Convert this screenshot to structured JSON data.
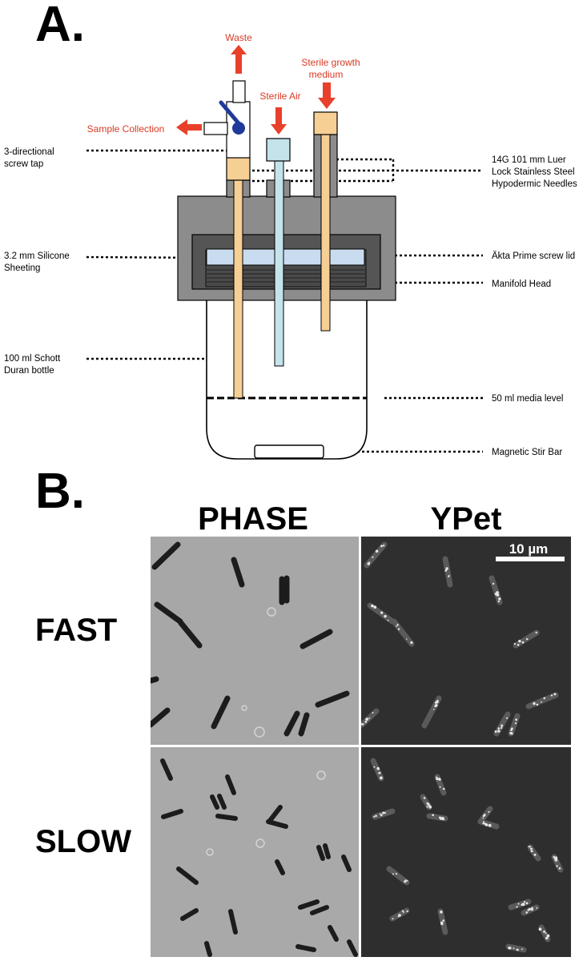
{
  "panel_a": {
    "letter": "A.",
    "labels": {
      "waste": "Waste",
      "sterile_growth_medium": [
        "Sterile growth",
        "medium"
      ],
      "sterile_air": "Sterile Air",
      "sample_collection": "Sample Collection",
      "screw_tap": [
        "3-directional",
        "screw tap"
      ],
      "needles": [
        "14G 101 mm Luer",
        "Lock Stainless Steel",
        "Hypodermic Needles"
      ],
      "silicone": [
        "3.2 mm Silicone",
        "Sheeting"
      ],
      "screw_lid": "Äkta Prime screw lid",
      "manifold_head": "Manifold Head",
      "bottle": [
        "100 ml Schott",
        "Duran bottle"
      ],
      "media_level": "50 ml media level",
      "stir_bar": "Magnetic Stir Bar"
    },
    "colors": {
      "arrow": "#e8402a",
      "label_red": "#d93a24",
      "manifold": "#8c8c8c",
      "lid": "#555555",
      "silicone": "#c9dcef",
      "needle_tan": "#f6cf95",
      "needle_blue": "#c4e3ea",
      "valve_handle": "#1f3a9a"
    }
  },
  "panel_b": {
    "letter": "B.",
    "columns": [
      "PHASE",
      "YPet"
    ],
    "rows": [
      "FAST",
      "SLOW"
    ],
    "scale_bar": "10 µm",
    "colors": {
      "phase_bg": "#a7a7a7",
      "cell": "#1c1c1c",
      "fluor_bg": "#2f2f2f",
      "fluor_spot": "#e6e6e6"
    }
  }
}
